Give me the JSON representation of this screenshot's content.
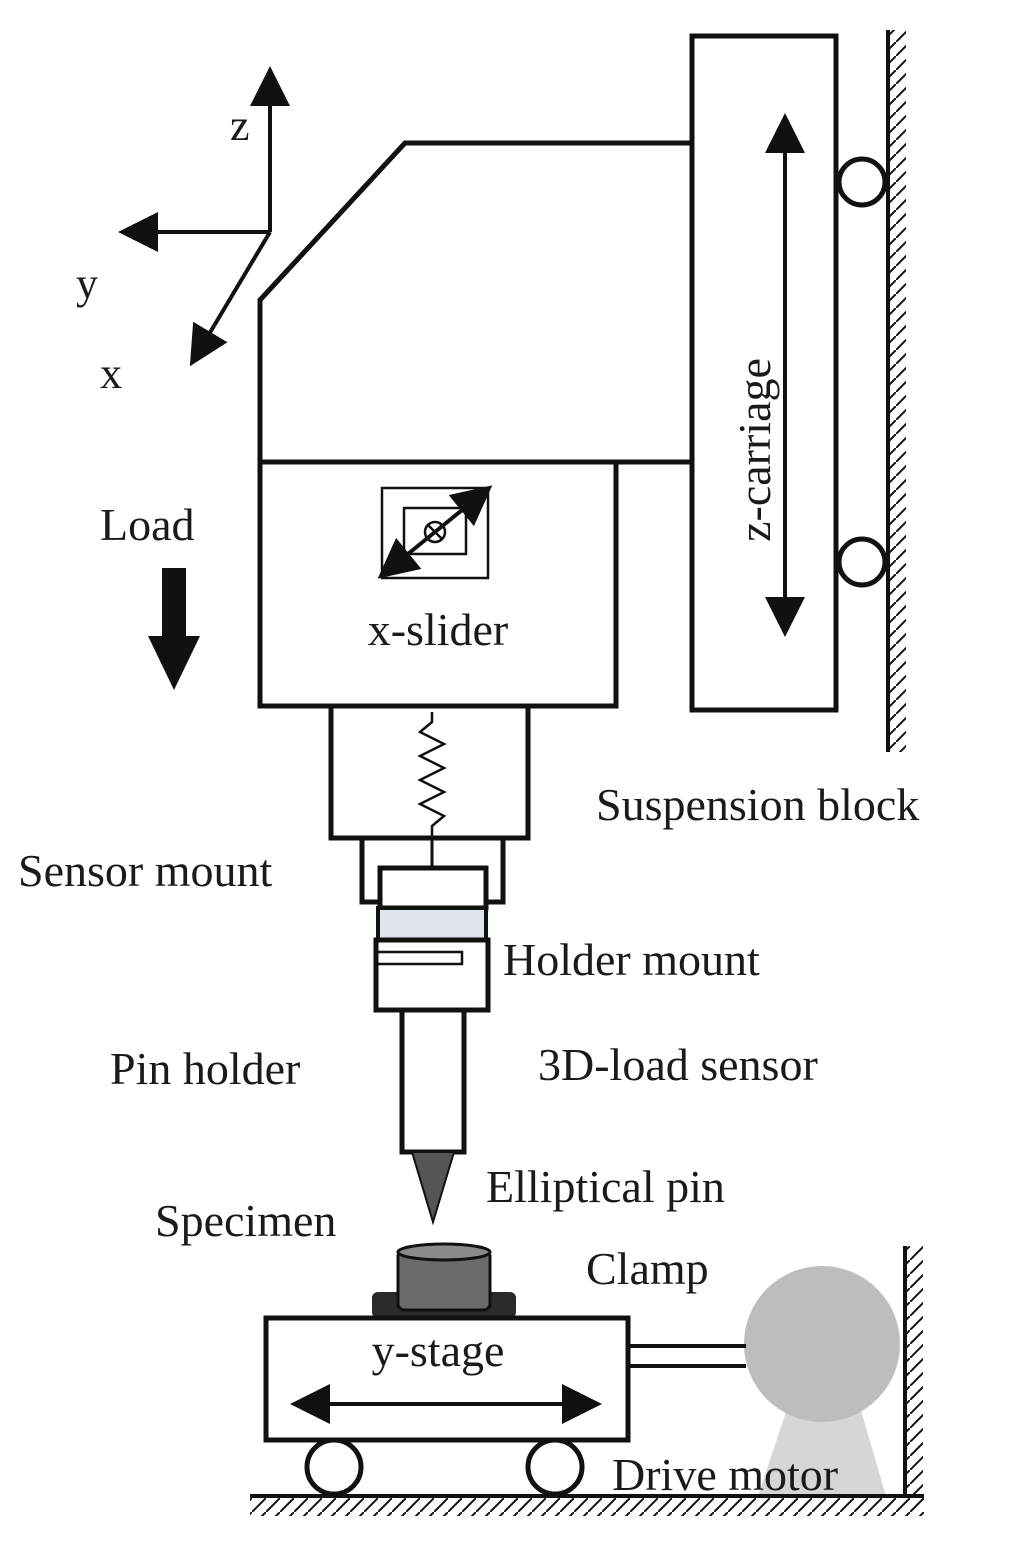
{
  "axes": {
    "z": "z",
    "y": "y",
    "x": "x"
  },
  "labels": {
    "load": "Load",
    "z_carriage": "z-carriage",
    "x_slider": "x-slider",
    "suspension_block": "Suspension block",
    "sensor_mount": "Sensor mount",
    "holder_mount": "Holder mount",
    "pin_holder": "Pin holder",
    "load_sensor": "3D-load sensor",
    "elliptical_pin": "Elliptical pin",
    "specimen": "Specimen",
    "clamp": "Clamp",
    "y_stage": "y-stage",
    "drive_motor": "Drive motor"
  },
  "colors": {
    "line": "#111111",
    "sensor_plate": "#dfe3ee",
    "specimen": "#6b6b6b",
    "clamp": "#2a2a2a",
    "pin": "#555555",
    "motor": "#bdbdbd",
    "motor_stand": "#d6d6d6"
  }
}
